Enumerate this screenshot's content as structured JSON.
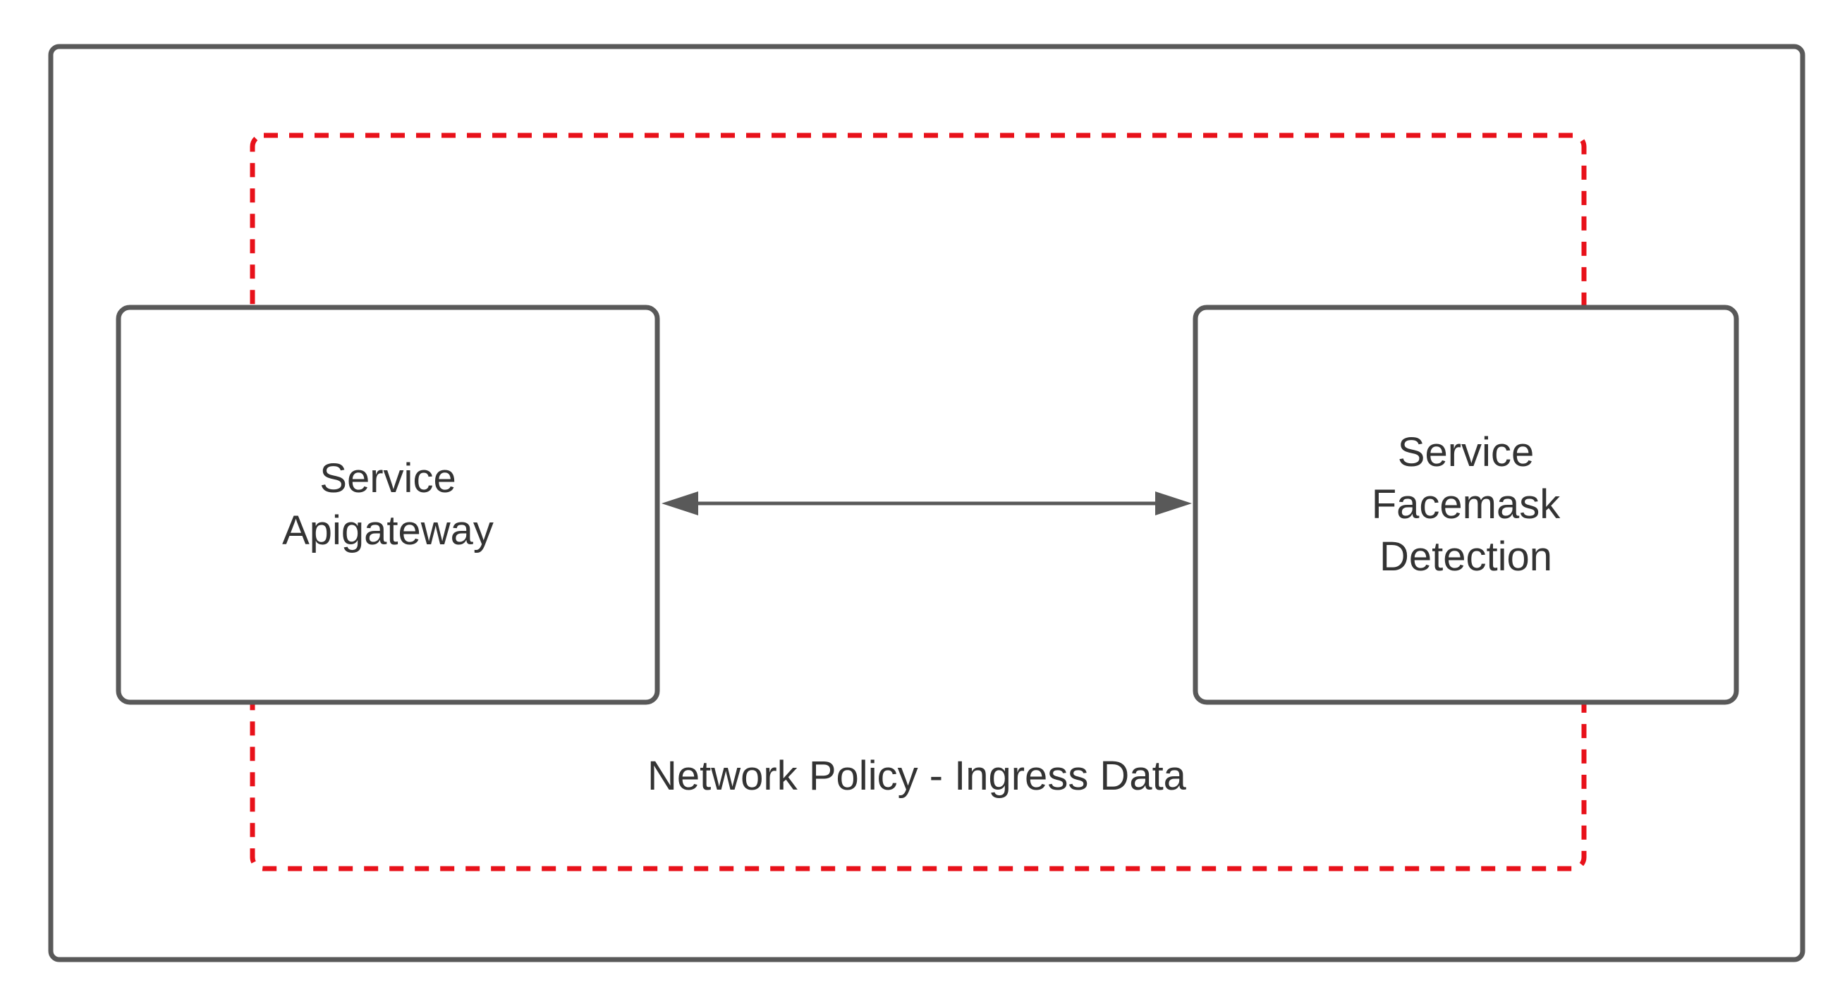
{
  "colors": {
    "outer_border": "#595959",
    "box_border": "#595959",
    "policy_boundary": "#e8111a",
    "arrow": "#595959",
    "text": "#333333",
    "background": "#ffffff"
  },
  "nodes": {
    "left": {
      "line1": "Service",
      "line2": "Apigateway"
    },
    "right": {
      "line1": "Service",
      "line2": "Facemask",
      "line3": "Detection"
    }
  },
  "connection": {
    "direction": "bidirectional"
  },
  "policy": {
    "label": "Network Policy - Ingress Data"
  }
}
